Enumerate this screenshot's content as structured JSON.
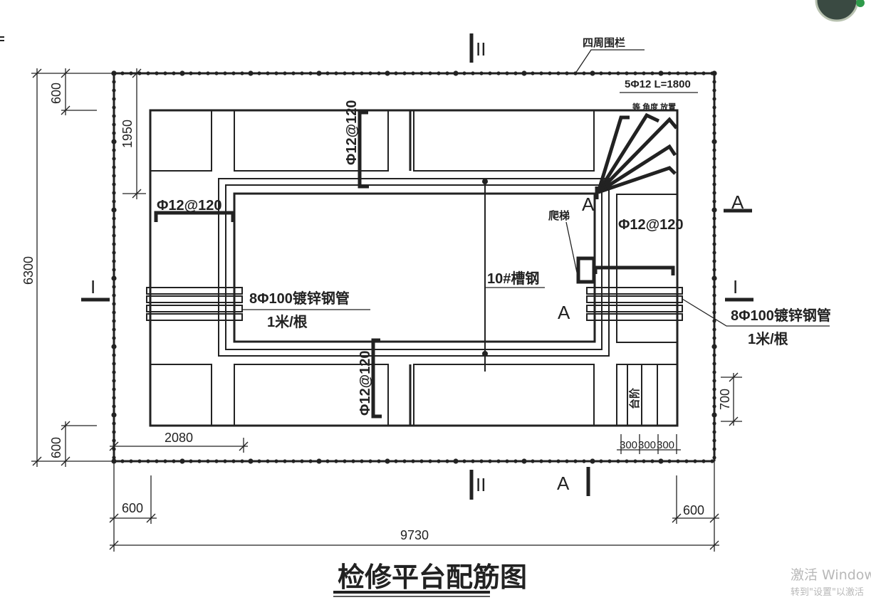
{
  "drawing": {
    "title": "检修平台配筋图",
    "railing_label": "四周围栏",
    "rebar_note": "5Φ12  L=1800",
    "rebar_sub_note": "等 角度 放置",
    "ladder_label": "爬梯",
    "channel_label": "10#槽钢",
    "step_label": "台阶",
    "rebar_top": "Φ12@120",
    "rebar_left": "Φ12@120",
    "rebar_right": "Φ12@120",
    "rebar_bottom": "Φ12@120",
    "pipe_left_line1": "8Φ100镀锌钢管",
    "pipe_left_line2": "1米/根",
    "pipe_right_line1": "8Φ100镀锌钢管",
    "pipe_right_line2": "1米/根"
  },
  "sections": {
    "section_I": "I",
    "section_II": "II",
    "section_A": "A"
  },
  "dimensions": {
    "total_width": "9730",
    "total_height": "6300",
    "left_offset": "600",
    "right_offset": "600",
    "top_offset": "600",
    "bottom_offset": "600",
    "top_depth": "1950",
    "inner_left": "2080",
    "step_height": "700",
    "step_width_1": "300",
    "step_width_2": "300",
    "step_width_3": "300"
  },
  "watermark": {
    "line1": "激活 Windows",
    "line2": "转到\"设置\"以激活"
  }
}
